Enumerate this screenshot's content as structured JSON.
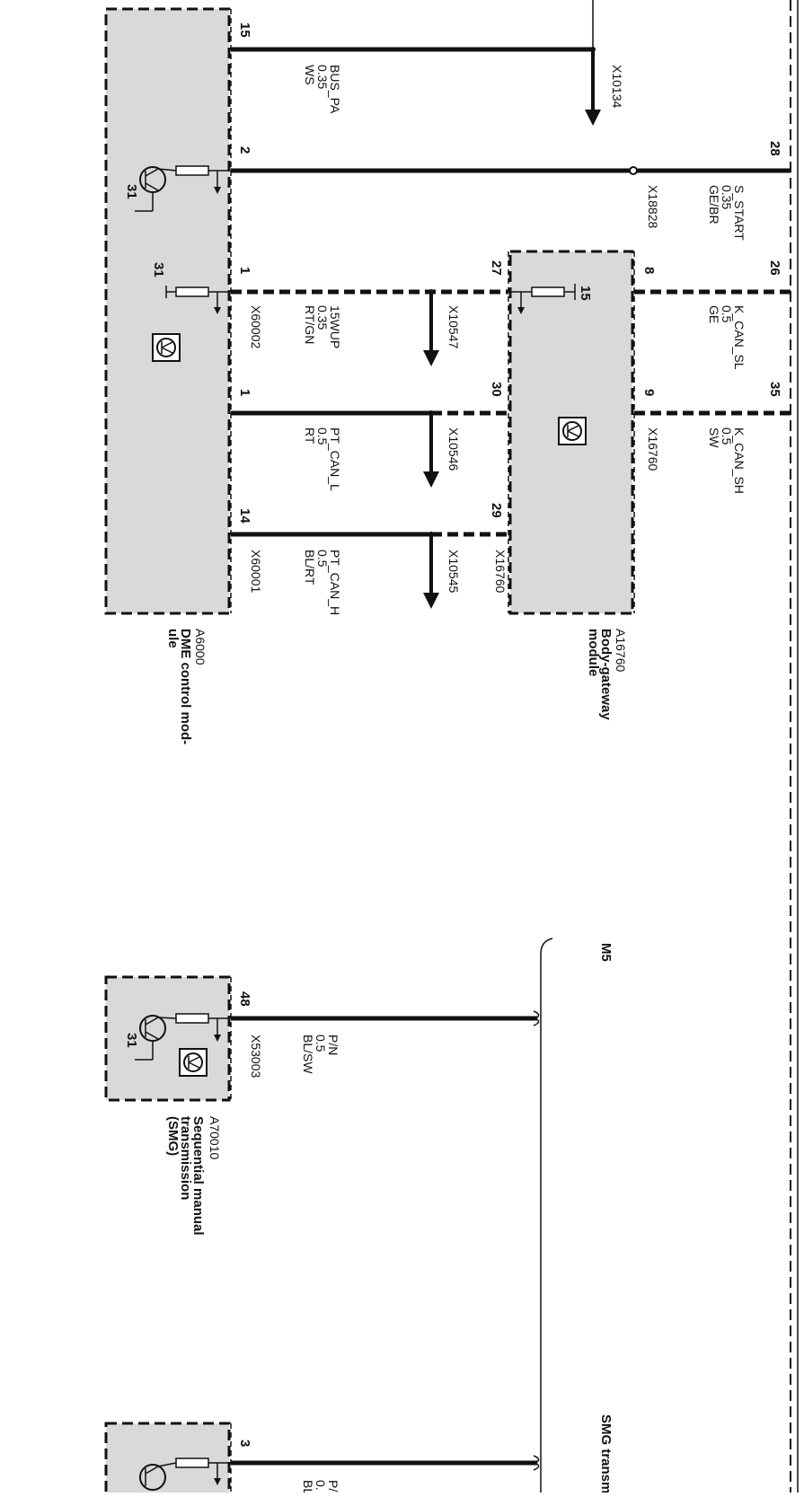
{
  "modules": {
    "dme": {
      "id": "A6000",
      "name": "DME control mod-",
      "name2": "ule"
    },
    "gateway": {
      "id": "A16760",
      "name": "Body-gateway",
      "name2": "module"
    },
    "smg": {
      "id": "A70010",
      "name": "Sequential manual",
      "name2": "transmission",
      "name3": "(SMG)"
    }
  },
  "wires": {
    "bus_pa": {
      "signal": "BUS_PA",
      "size": "0.35",
      "color": "WS",
      "pin": "15",
      "connector": "X10134"
    },
    "s_start": {
      "signal": "S_START",
      "size": "0.35",
      "color": "GE/BR",
      "pin_left": "2",
      "pin_right": "28",
      "connector": "X18828"
    },
    "k15wup": {
      "signal": "15WUP",
      "size": "0.35",
      "color": "RT/GN",
      "pin_left": "1",
      "pin_mid": "27",
      "connector_left": "X60002",
      "connector_mid": "X10547"
    },
    "k_can_sl": {
      "signal": "K_CAN_SL",
      "size": "0.5",
      "color": "GE",
      "pin_mid": "8",
      "pin_right": "26"
    },
    "pt_can_l": {
      "signal": "PT_CAN_L",
      "size": "0.5",
      "color": "RT",
      "pin_left": "1",
      "pin_mid": "30",
      "connector": "X10546"
    },
    "k_can_sh": {
      "signal": "K_CAN_SH",
      "size": "0.5",
      "color": "SW",
      "pin_mid": "9",
      "pin_right": "35",
      "connector": "X16760"
    },
    "pt_can_h": {
      "signal": "PT_CAN_H",
      "size": "0.5",
      "color": "BL/RT",
      "pin_left": "14",
      "pin_mid": "29",
      "connector_left": "X60001",
      "connector_mid": "X10545",
      "connector_mid2": "X16760"
    },
    "pn": {
      "signal": "P/N",
      "size": "0.5",
      "color": "BL/SW",
      "pin": "48",
      "connector": "X53003"
    },
    "pn2": {
      "signal": "P/",
      "size": "0.",
      "color": "BL",
      "pin": "3"
    }
  },
  "groups": {
    "m5": "M5",
    "smg": "SMG transmiss"
  },
  "misc": {
    "ground_31": "31",
    "terminal_15": "15"
  }
}
